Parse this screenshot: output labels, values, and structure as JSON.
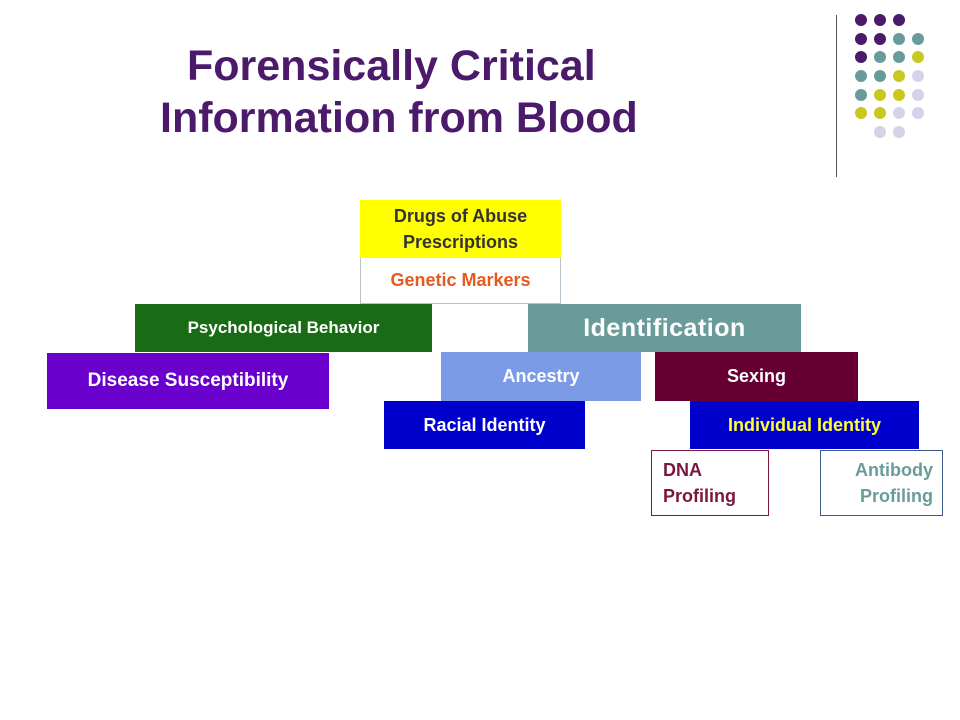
{
  "title": {
    "line1": "Forensically Critical",
    "line2": "Information from Blood"
  },
  "diagram": {
    "drugs": "Drugs of Abuse\nPrescriptions",
    "genetic_markers": "Genetic Markers",
    "psychological_behavior": "Psychological Behavior",
    "identification": "Identification",
    "disease_susceptibility": "Disease Susceptibility",
    "ancestry": "Ancestry",
    "sexing": "Sexing",
    "racial_identity": "Racial Identity",
    "individual_identity": "Individual Identity",
    "dna_profiling": "DNA\nProfiling",
    "antibody_profiling": "Antibody\nProfiling"
  },
  "colors": {
    "title": "#4b1a6b",
    "dot_purple": "#4b1a6b",
    "dot_teal": "#6a9b9b",
    "dot_olive": "#c8c81e",
    "dot_lavender": "#d4d4e8"
  },
  "decoration": {
    "dot_rows": [
      [
        "purple",
        "purple",
        "purple"
      ],
      [
        "purple",
        "purple",
        "teal",
        "teal"
      ],
      [
        "purple",
        "teal",
        "teal",
        "olive"
      ],
      [
        "teal",
        "teal",
        "olive",
        "lavender"
      ],
      [
        "teal",
        "olive",
        "olive",
        "lavender"
      ],
      [
        "olive",
        "olive",
        "lavender",
        "lavender"
      ],
      [
        "lavender",
        "lavender"
      ]
    ]
  }
}
